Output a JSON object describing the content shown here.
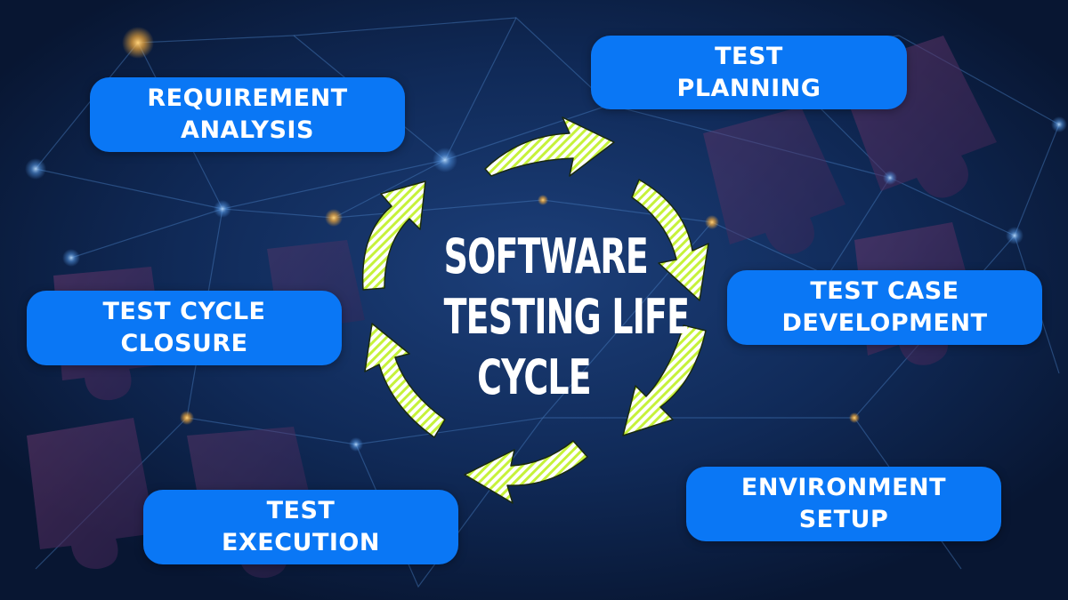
{
  "title": {
    "line1": "SOFTWARE",
    "line2": "TESTING LIFE",
    "line3": "CYCLE"
  },
  "stages": {
    "requirement_analysis": {
      "line1": "REQUIREMENT",
      "line2": "ANALYSIS"
    },
    "test_planning": {
      "line1": "TEST",
      "line2": "PLANNING"
    },
    "test_case_development": {
      "line1": "TEST CASE",
      "line2": "DEVELOPMENT"
    },
    "environment_setup": {
      "line1": "ENVIRONMENT",
      "line2": "SETUP"
    },
    "test_execution": {
      "line1": "TEST",
      "line2": "EXECUTION"
    },
    "test_cycle_closure": {
      "line1": "TEST CYCLE",
      "line2": "CLOSURE"
    }
  },
  "colors": {
    "background": "#0b1a3e",
    "pill": "#0a77f5",
    "pill_text": "#ffffff",
    "arrow_fill": "#ffffff",
    "arrow_stripe": "#c6f23a",
    "network_line": "#4a7fc0",
    "node_glow": "#f2a93b"
  },
  "icons": {
    "arrows": "cycle-arrow-icon",
    "puzzle": "puzzle-piece-icon"
  }
}
